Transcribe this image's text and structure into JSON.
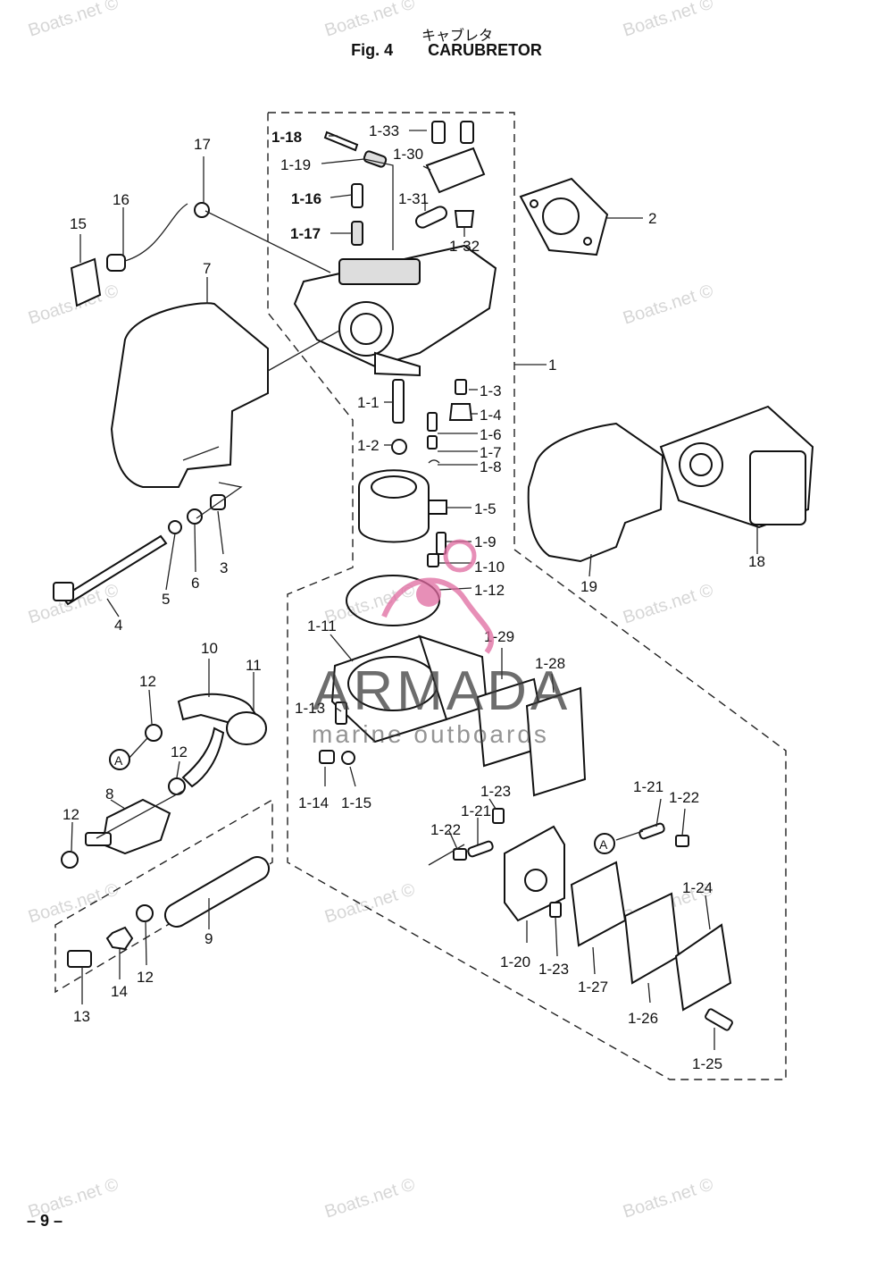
{
  "header": {
    "title_jp": "キャブレタ",
    "fig_label": "Fig. 4",
    "title_en": "CARUBRETOR"
  },
  "watermark": {
    "text": "Boats.net ©",
    "brand": "ARMADA",
    "brand_sub": "marine outboards",
    "brand_color": "#e06aa0"
  },
  "page_number": "– 9 –",
  "callouts": {
    "c1": "1",
    "c2": "2",
    "c3": "3",
    "c4": "4",
    "c5": "5",
    "c6": "6",
    "c7": "7",
    "c8": "8",
    "c9": "9",
    "c10": "10",
    "c11": "11",
    "c12a": "12",
    "c12b": "12",
    "c12c": "12",
    "c12d": "12",
    "c13": "13",
    "c14": "14",
    "c15": "15",
    "c16": "16",
    "c17": "17",
    "c18": "18",
    "c19": "19",
    "s1_1": "1-1",
    "s1_2": "1-2",
    "s1_3": "1-3",
    "s1_4": "1-4",
    "s1_5": "1-5",
    "s1_6": "1-6",
    "s1_7": "1-7",
    "s1_8": "1-8",
    "s1_9": "1-9",
    "s1_10": "1-10",
    "s1_11": "1-11",
    "s1_12": "1-12",
    "s1_13": "1-13",
    "s1_14": "1-14",
    "s1_15": "1-15",
    "s1_16": "1-16",
    "s1_17": "1-17",
    "s1_18": "1-18",
    "s1_19": "1-19",
    "s1_20": "1-20",
    "s1_21a": "1-21",
    "s1_21b": "1-21",
    "s1_22a": "1-22",
    "s1_22b": "1-22",
    "s1_23a": "1-23",
    "s1_23b": "1-23",
    "s1_24": "1-24",
    "s1_25": "1-25",
    "s1_26": "1-26",
    "s1_27": "1-27",
    "s1_28": "1-28",
    "s1_29": "1-29",
    "s1_30": "1-30",
    "s1_31": "1-31",
    "s1_32": "1-32",
    "s1_33": "1-33",
    "ref_a1": "A",
    "ref_a2": "A"
  }
}
